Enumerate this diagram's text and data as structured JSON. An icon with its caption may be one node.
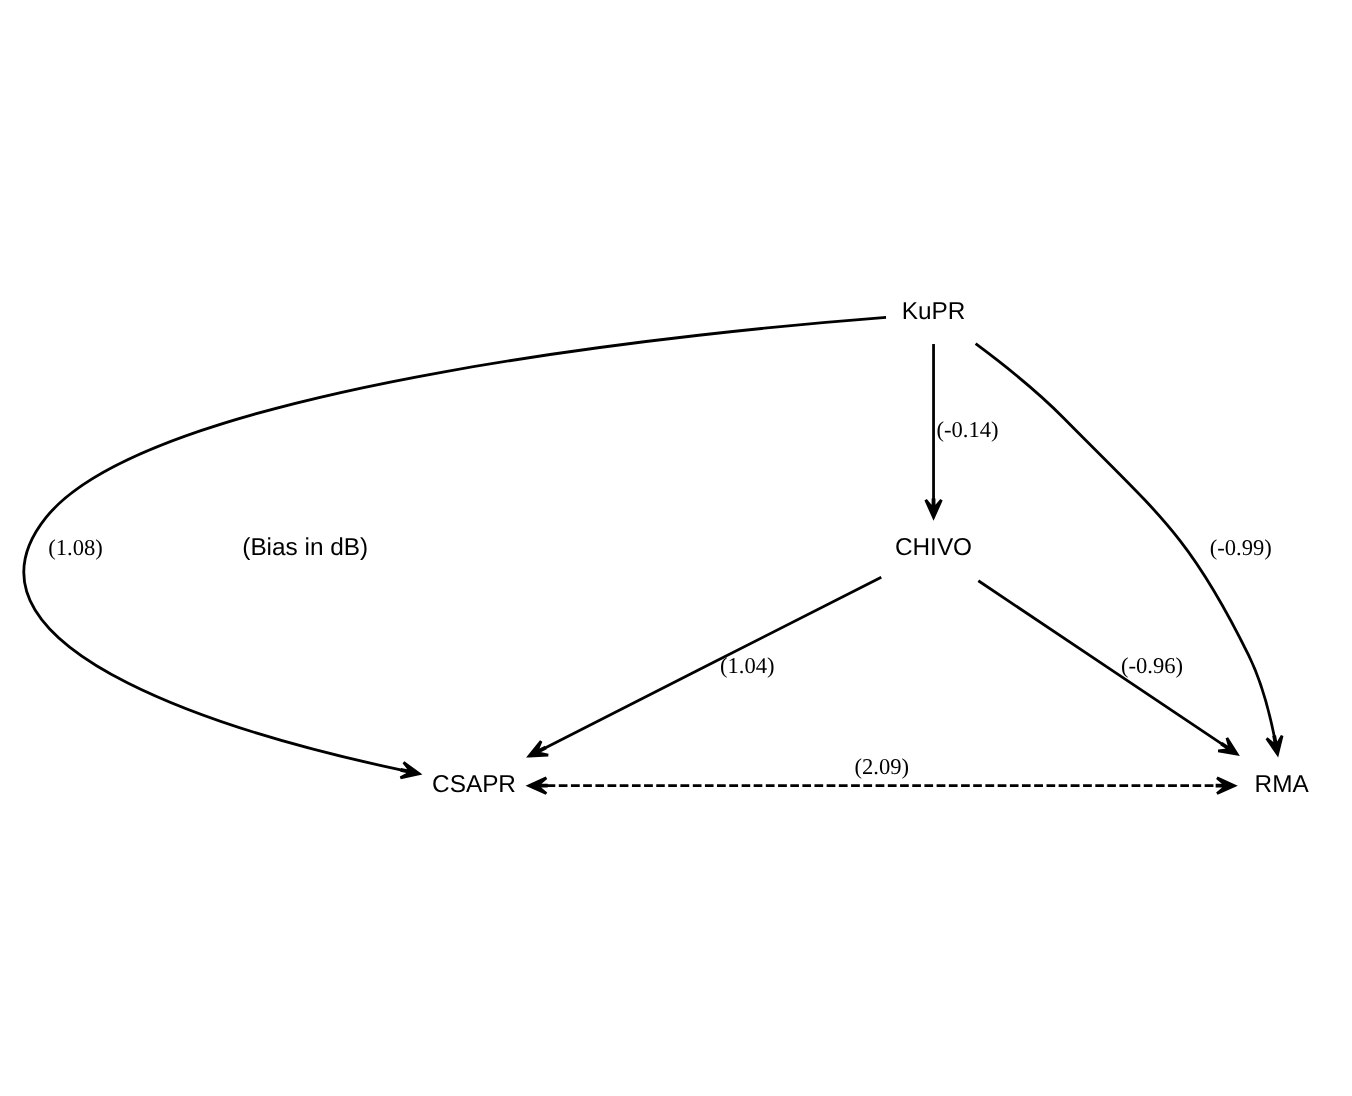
{
  "diagram": {
    "nodes": [
      {
        "text": [
          "KuPR"
        ]
      },
      {
        "text": [
          "CSAPR"
        ]
      },
      {
        "text": [
          "RMA"
        ]
      },
      {
        "text": [
          "CHIVO"
        ]
      }
    ],
    "edges": [
      {
        "from": 0,
        "to": 1,
        "arrow": "to",
        "label": "(1.08)"
      },
      {
        "from": 0,
        "to": 3,
        "arrow": "to",
        "label": "(-0.14)"
      },
      {
        "from": 0,
        "to": 2,
        "arrow": "to",
        "label": "(-0.99)"
      },
      {
        "from": 1,
        "to": 2,
        "arrow": "both",
        "label": "(2.09)",
        "style": "dashed"
      },
      {
        "from": 3,
        "to": 1,
        "arrow": "to",
        "label": "(1.04)"
      },
      {
        "from": 3,
        "to": 2,
        "arrow": "to",
        "label": "(-0.96)"
      }
    ],
    "labels": [
      "(Bias in dB)"
    ]
  }
}
